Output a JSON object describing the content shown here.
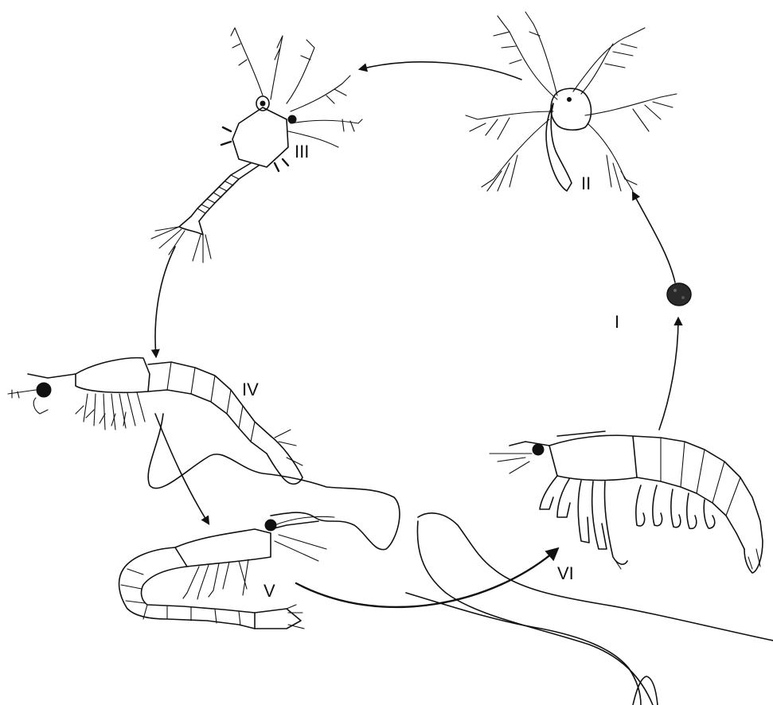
{
  "stages": [
    {
      "id": "I",
      "label": "I"
    },
    {
      "id": "II",
      "label": "II"
    },
    {
      "id": "III",
      "label": "III"
    },
    {
      "id": "IV",
      "label": "IV"
    },
    {
      "id": "V",
      "label": "V"
    },
    {
      "id": "VI",
      "label": "VI"
    }
  ],
  "colors": {
    "ink": "#111111",
    "background": "#ffffff"
  }
}
